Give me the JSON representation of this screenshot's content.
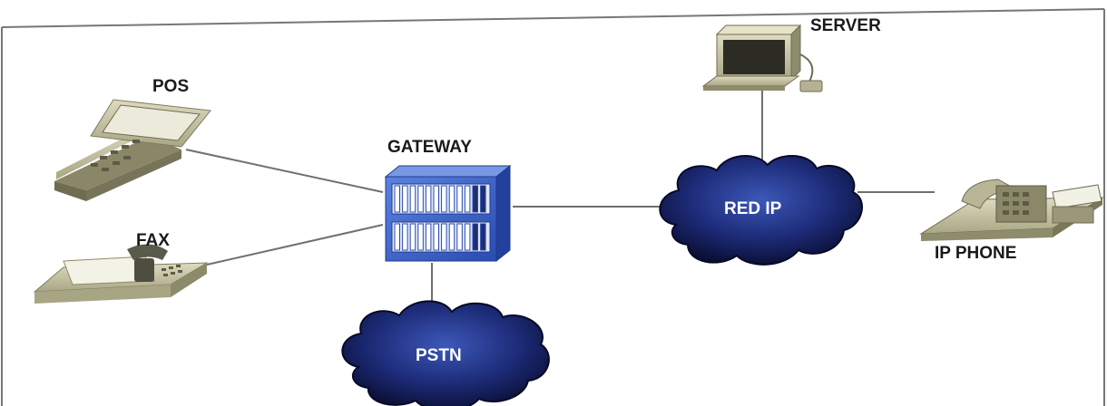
{
  "nodes": {
    "pos": {
      "label": "POS"
    },
    "fax": {
      "label": "FAX"
    },
    "gateway": {
      "label": "GATEWAY"
    },
    "server": {
      "label": "SERVER"
    },
    "red_ip": {
      "label": "RED IP"
    },
    "pstn": {
      "label": "PSTN"
    },
    "ip_phone": {
      "label": "IP PHONE"
    }
  },
  "colors": {
    "cloud_dark": "#0d1440",
    "cloud_light": "#2f4aa8",
    "gateway_blue": "#3a5fc4",
    "device_body": "#c9c6a6",
    "link": "#6f6f6f"
  }
}
